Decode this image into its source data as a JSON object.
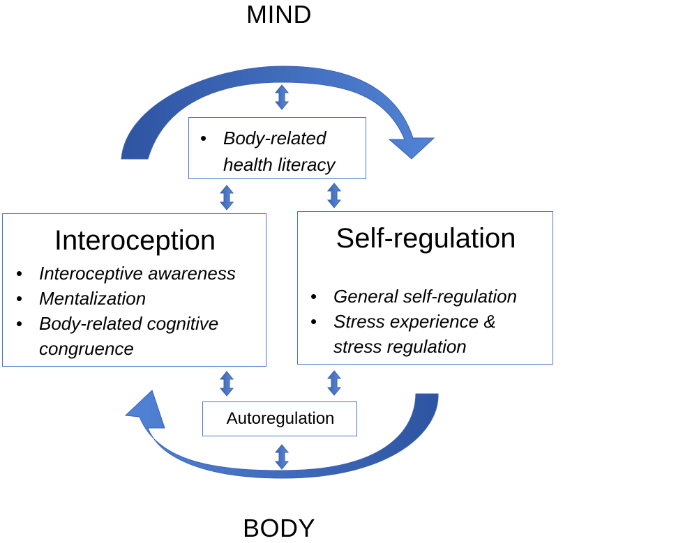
{
  "labels": {
    "top": "MIND",
    "bottom": "BODY"
  },
  "literacy_box": {
    "bullets": [
      "Body-related",
      "health literacy"
    ]
  },
  "interoception_box": {
    "title": "Interoception",
    "bullets": [
      "Interoceptive awareness",
      "Mentalization",
      "Body-related cognitive",
      "congruence"
    ]
  },
  "selfreg_box": {
    "title": "Self-regulation",
    "bullets": [
      "General self-regulation",
      "Stress experience &",
      "stress regulation"
    ]
  },
  "autoreg_box": {
    "label": "Autoregulation"
  },
  "bullet_glyph": "•",
  "colors": {
    "arrow_dark": "#2e54a1",
    "arrow_light": "#4f7fd0",
    "border": "#4472c4"
  }
}
